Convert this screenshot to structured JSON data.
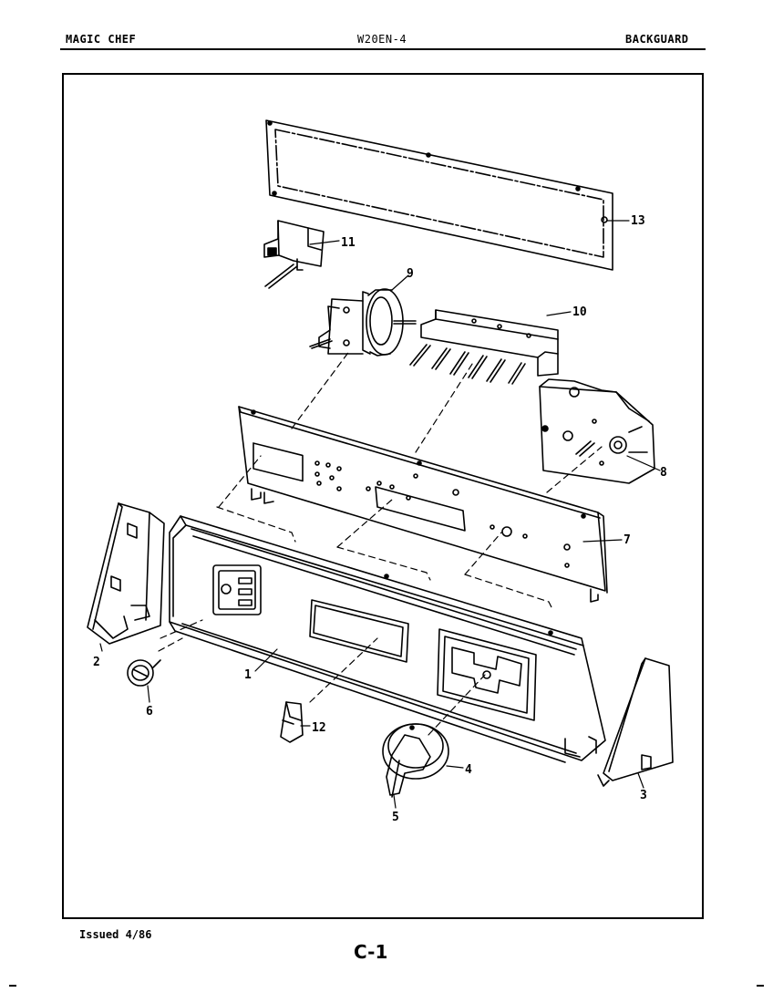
{
  "header": {
    "brand": "MAGIC CHEF",
    "model": "W20EN-4",
    "section": "BACKGUARD"
  },
  "footer": {
    "issued": "Issued 4/86",
    "page_code": "C-1"
  },
  "callouts": {
    "c1": "1",
    "c2": "2",
    "c3": "3",
    "c4": "4",
    "c5": "5",
    "c6": "6",
    "c7": "7",
    "c8": "8",
    "c9": "9",
    "c10": "10",
    "c11": "11",
    "c12": "12",
    "c13": "13"
  }
}
